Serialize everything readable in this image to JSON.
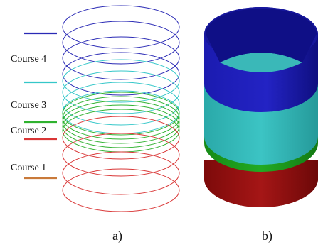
{
  "courses": [
    {
      "label": "Course 4",
      "color": "#2a2ab5"
    },
    {
      "label": "Course 3",
      "color": "#35c7c9"
    },
    {
      "label": "Course 2",
      "color": "#2fb22f"
    },
    {
      "label": "Course 1",
      "color": "#d04a4a"
    }
  ],
  "legend_colors": {
    "course4": "#2a2ab5",
    "course3": "#35c7c9",
    "course2_green": "#2fb22f",
    "course2_red": "#d93535",
    "course1": "#c97a3a"
  },
  "panels": {
    "a_label": "a)",
    "b_label": "b)"
  },
  "solid_colors": {
    "blue_outer": "#14148f",
    "blue_inner": "#0c0c5c",
    "cyan": "#2fb7b7",
    "cyan_top": "#39c2c2",
    "green": "#1b9a1b",
    "red": "#8c0f0f"
  }
}
